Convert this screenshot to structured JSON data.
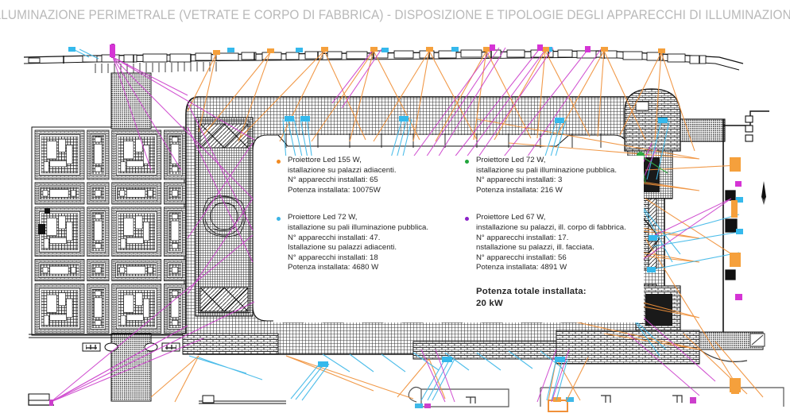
{
  "header": {
    "title": "ILLUMINAZIONE PERIMETRALE (VETRATE E CORPO DI FABBRICA) - DISPOSIZIONE E TIPOLOGIE DEGLI APPARECCHI DI ILLUMINAZIONE",
    "title_color": "#b9b9b9"
  },
  "legend": {
    "entries": [
      {
        "bullet_color": "#f28a21",
        "bullet_name": "legend-bullet-orange",
        "lines": [
          "Proiettore Led 155 W,",
          "istallazione su palazzi adiacenti.",
          "N° apparecchi installati: 65",
          "Potenza installata: 10075W"
        ]
      },
      {
        "bullet_color": "#3cb4e5",
        "bullet_name": "legend-bullet-cyan",
        "lines": [
          "Proiettore Led 72 W,",
          "istallazione su pali illuminazione pubblica.",
          "N° apparecchi installati: 47.",
          "Istallazione su palazzi adiacenti.",
          "N° apparecchi installati: 18",
          "Potenza installata: 4680 W"
        ]
      },
      {
        "bullet_color": "#21a63c",
        "bullet_name": "legend-bullet-green",
        "lines": [
          "Proiettore Led 72 W,",
          "istallazione su pali illuminazione pubblica.",
          "N° apparecchi installati: 3",
          "Potenza installata: 216 W"
        ]
      },
      {
        "bullet_color": "#8b21c8",
        "bullet_name": "legend-bullet-purple",
        "lines": [
          "Proiettore Led 67 W,",
          "installazione su palazzi, ill. corpo di fabbrica.",
          "N° apparecchi installati: 17.",
          "nstallazione su palazzi, ill. facciata.",
          "N° apparecchi installati: 56",
          "Potenza installata: 4891 W"
        ]
      }
    ],
    "total": {
      "label": "Potenza totale installata:",
      "value": "20 kW"
    }
  },
  "drawing": {
    "description": "CAD architectural site plan with lighting beam cones",
    "colors": {
      "linework": "#1a1a1a",
      "hatch": "#4d4d4d",
      "beam_orange": "#f0913a",
      "beam_cyan": "#3fb8e8",
      "beam_magenta": "#cc3fcc",
      "beam_green": "#2faa45",
      "fixture_orange": "#f5a03c",
      "fixture_cyan": "#35b9ec",
      "fixture_magenta": "#d534d5"
    },
    "north_arrow": "north-arrow"
  }
}
